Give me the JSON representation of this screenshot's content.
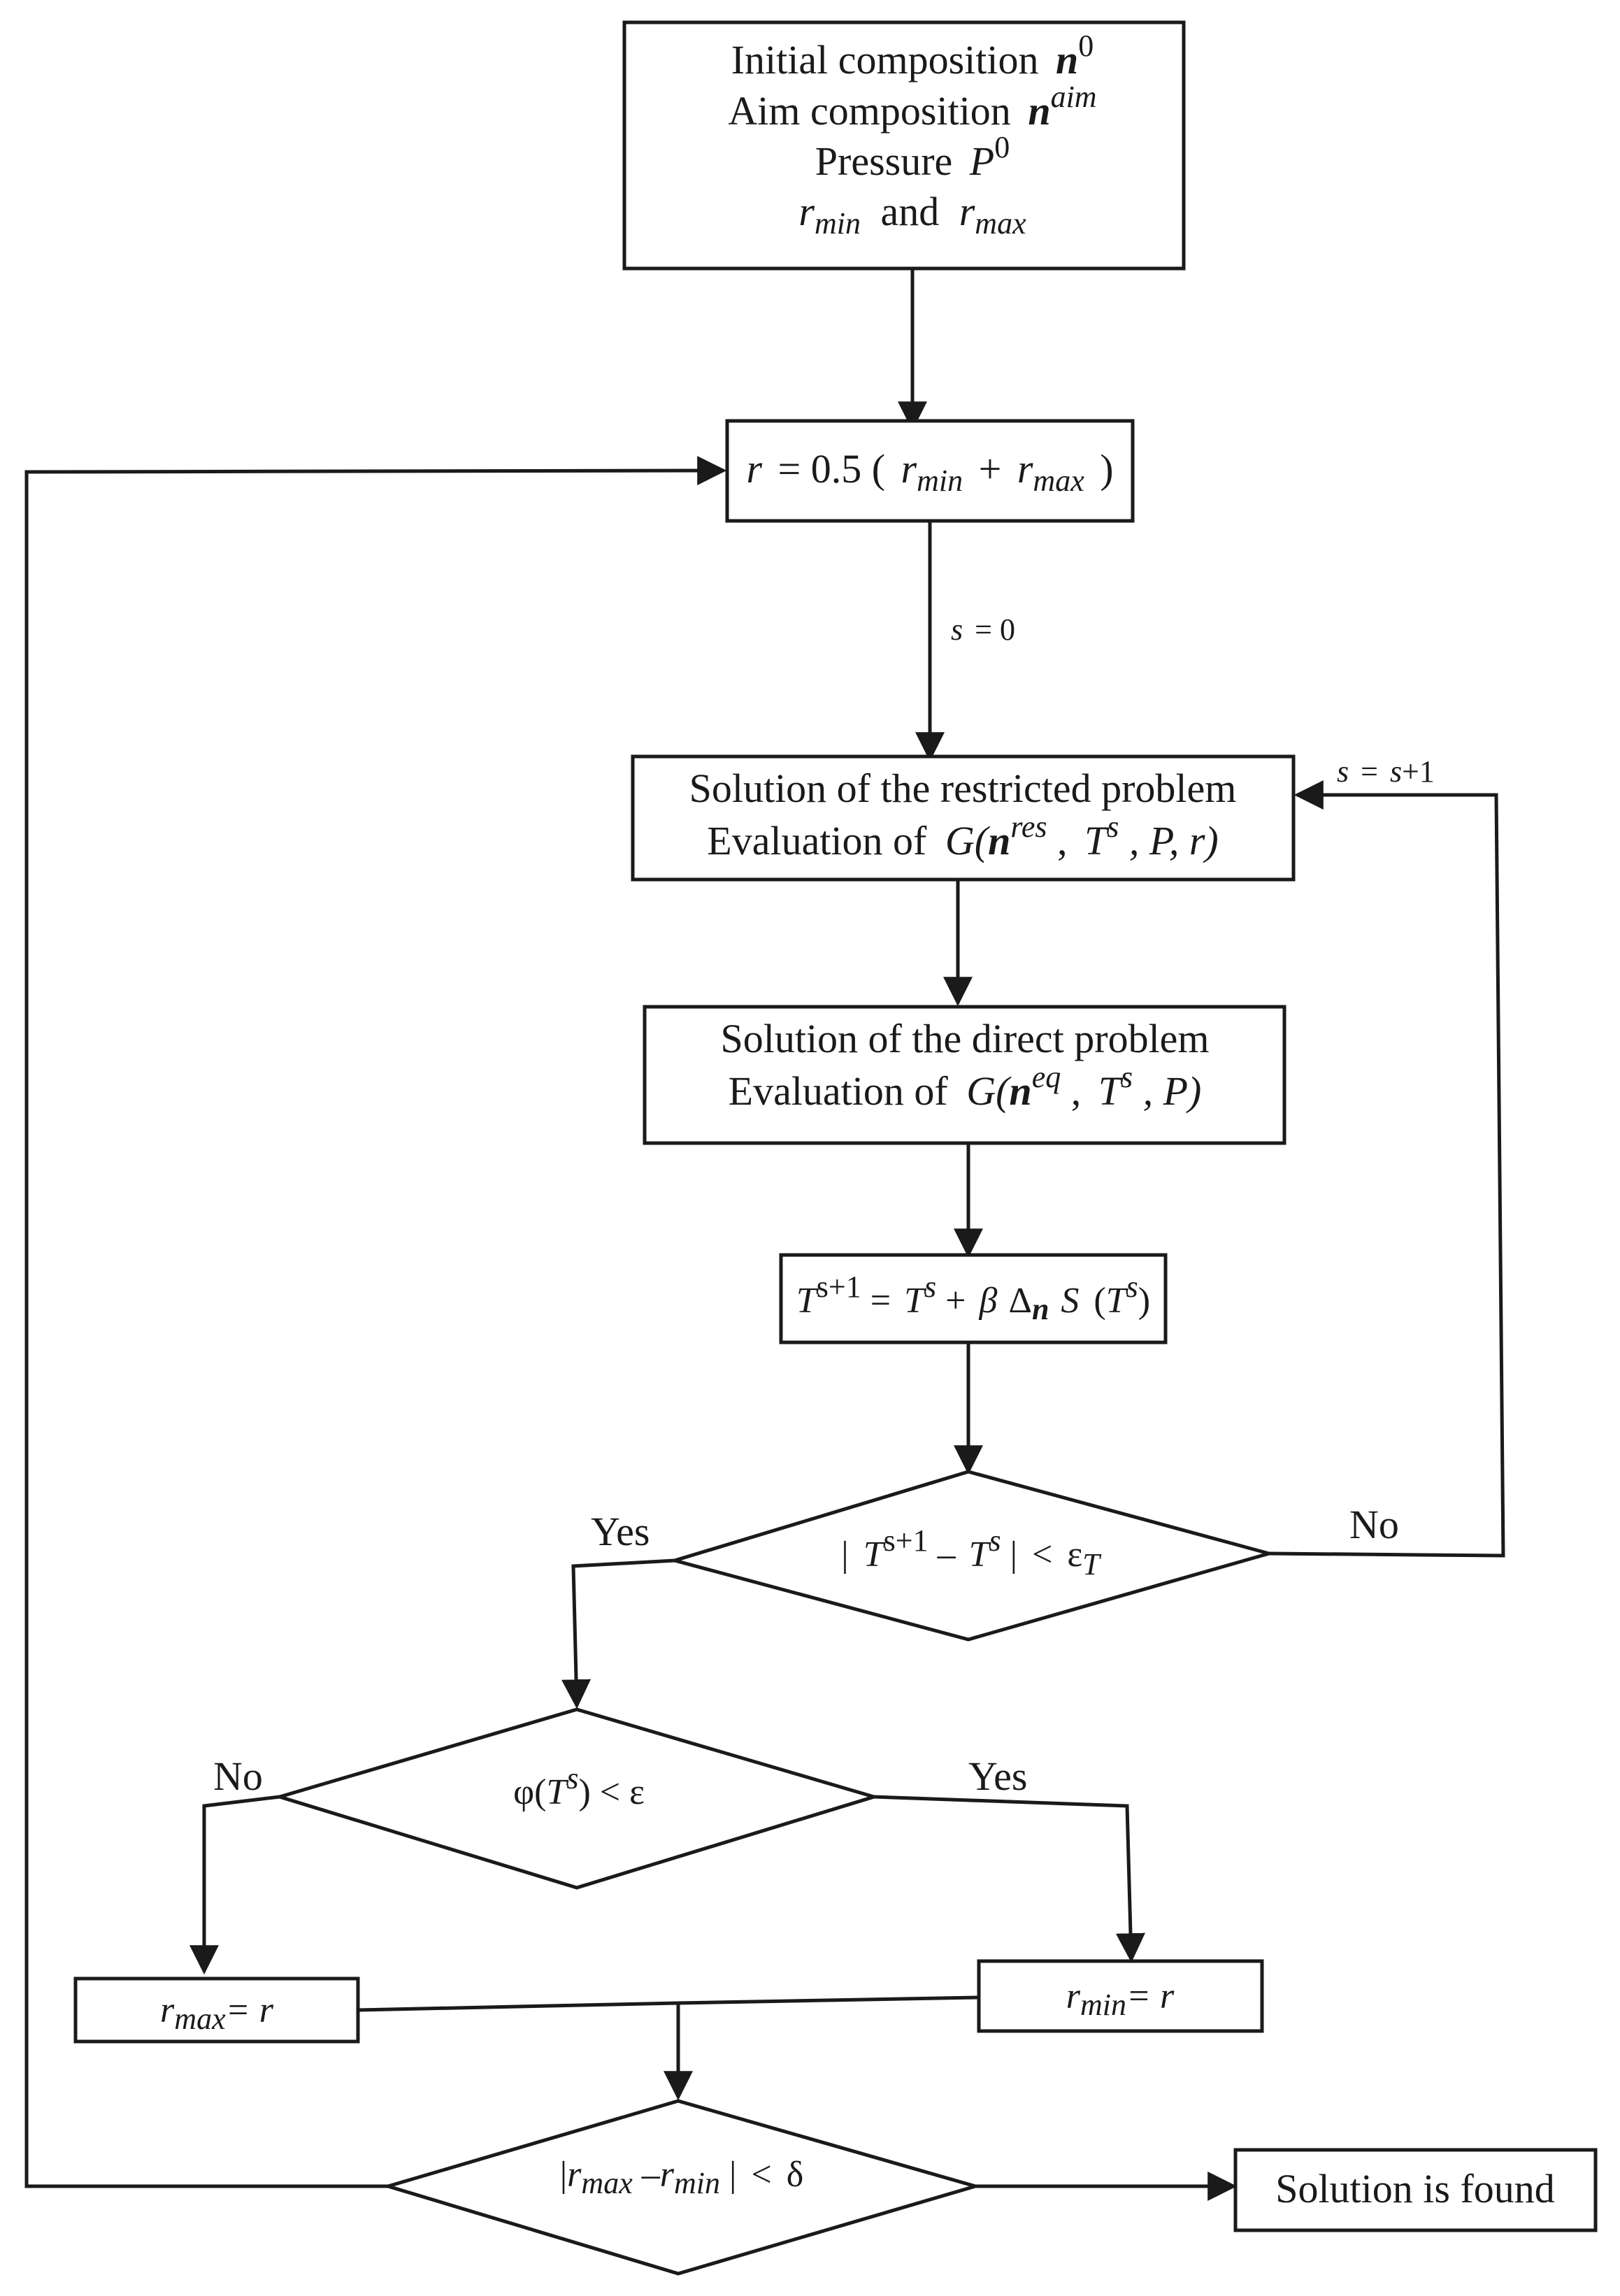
{
  "start": {
    "initial": "Initial composition",
    "initial_var": "n",
    "initial_sup": "0",
    "aim": "Aim composition",
    "aim_var": "n",
    "aim_sup": "aim",
    "pressure": "Pressure",
    "pressure_var": "P",
    "pressure_sup": "0",
    "rmin": "r",
    "rmin_sub": "min",
    "and": "and",
    "rmax": "r",
    "rmax_sub": "max"
  },
  "bisect": {
    "lhs": "r",
    "eq": "= 0.5 (",
    "rmin": "r",
    "rmin_sub": "min",
    "plus": "+",
    "rmax": "r",
    "rmax_sub": "max",
    "close": ")"
  },
  "s_init": {
    "s": "s",
    "rest": "= 0"
  },
  "s_incr": {
    "s": "s",
    "eq": "=",
    "s2": "s",
    "rest": "+1"
  },
  "restricted": {
    "line1": "Solution of the restricted problem",
    "line2": "Evaluation of",
    "G": "G(",
    "n": "n",
    "sup": "res",
    "comma1": ",",
    "T": "T",
    "T_sup": "s",
    "rest": ", P, r)"
  },
  "direct": {
    "line1": "Solution of the direct problem",
    "line2": "Evaluation of",
    "G": "G(",
    "n": "n",
    "sup": "eq",
    "comma1": ",",
    "T": "T",
    "T_sup": "s",
    "rest": ", P)"
  },
  "update": {
    "T1": "T",
    "T1_sup": "s+1",
    "eq": "=",
    "T2": "T",
    "T2_sup": "s",
    "plus": "+",
    "beta": "β",
    "delta": "Δ",
    "delta_sub": "n",
    "S": "S",
    "open": "(",
    "T3": "T",
    "T3_sup": "s",
    "close": ")"
  },
  "decision_T": {
    "bar1": "|",
    "T1": "T",
    "T1_sup": "s+1",
    "minus": "–",
    "T2": "T",
    "T2_sup": "s",
    "bar2": "|",
    "lt": "<",
    "eps": "ε",
    "eps_sub": "T",
    "yes": "Yes",
    "no": "No"
  },
  "decision_phi": {
    "phi": "φ(",
    "T": "T",
    "T_sup": "s",
    "rest": ") < ε",
    "yes": "Yes",
    "no": "No"
  },
  "rmax_box": {
    "r": "r",
    "sub": "max",
    "rest": "= r"
  },
  "rmin_box": {
    "r": "r",
    "sub": "min",
    "rest": "= r"
  },
  "decision_r": {
    "bar1": "|",
    "r1": "r",
    "r1_sub": "max",
    "minus": "–",
    "r2": "r",
    "r2_sub": "min",
    "bar2": "|",
    "lt": "<",
    "delta": "δ"
  },
  "end": {
    "label": "Solution is found"
  }
}
